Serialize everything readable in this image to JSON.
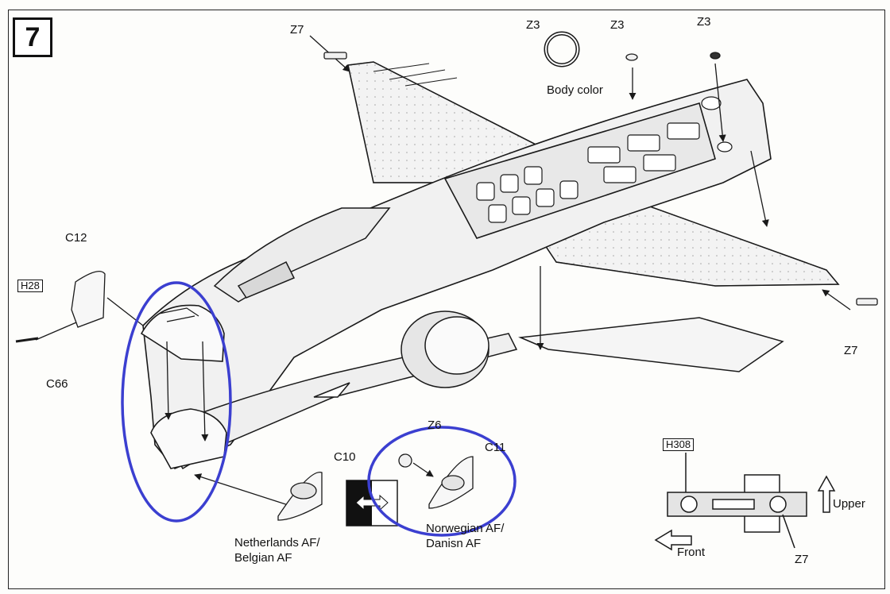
{
  "step": {
    "number": "7"
  },
  "parts": {
    "z7_top": "Z7",
    "z3_left": "Z3",
    "z3_mid": "Z3",
    "z3_right": "Z3",
    "body_color": "Body color",
    "c12": "C12",
    "h28": "H28",
    "c66": "C66",
    "z7_right": "Z7",
    "c10": "C10",
    "z6": "Z6",
    "c11": "C11"
  },
  "variants": {
    "netherlands": {
      "line1": "Netherlands AF/",
      "line2": "Belgian AF"
    },
    "norwegian": {
      "line1": "Norwegian AF/",
      "line2": "Danisn AF"
    }
  },
  "detail": {
    "h308": "H308",
    "upper": "Upper",
    "front": "Front",
    "z7": "Z7"
  },
  "colors": {
    "highlight": "#3b3fd0",
    "line": "#1a1a1a",
    "paper": "#fdfdfb"
  }
}
